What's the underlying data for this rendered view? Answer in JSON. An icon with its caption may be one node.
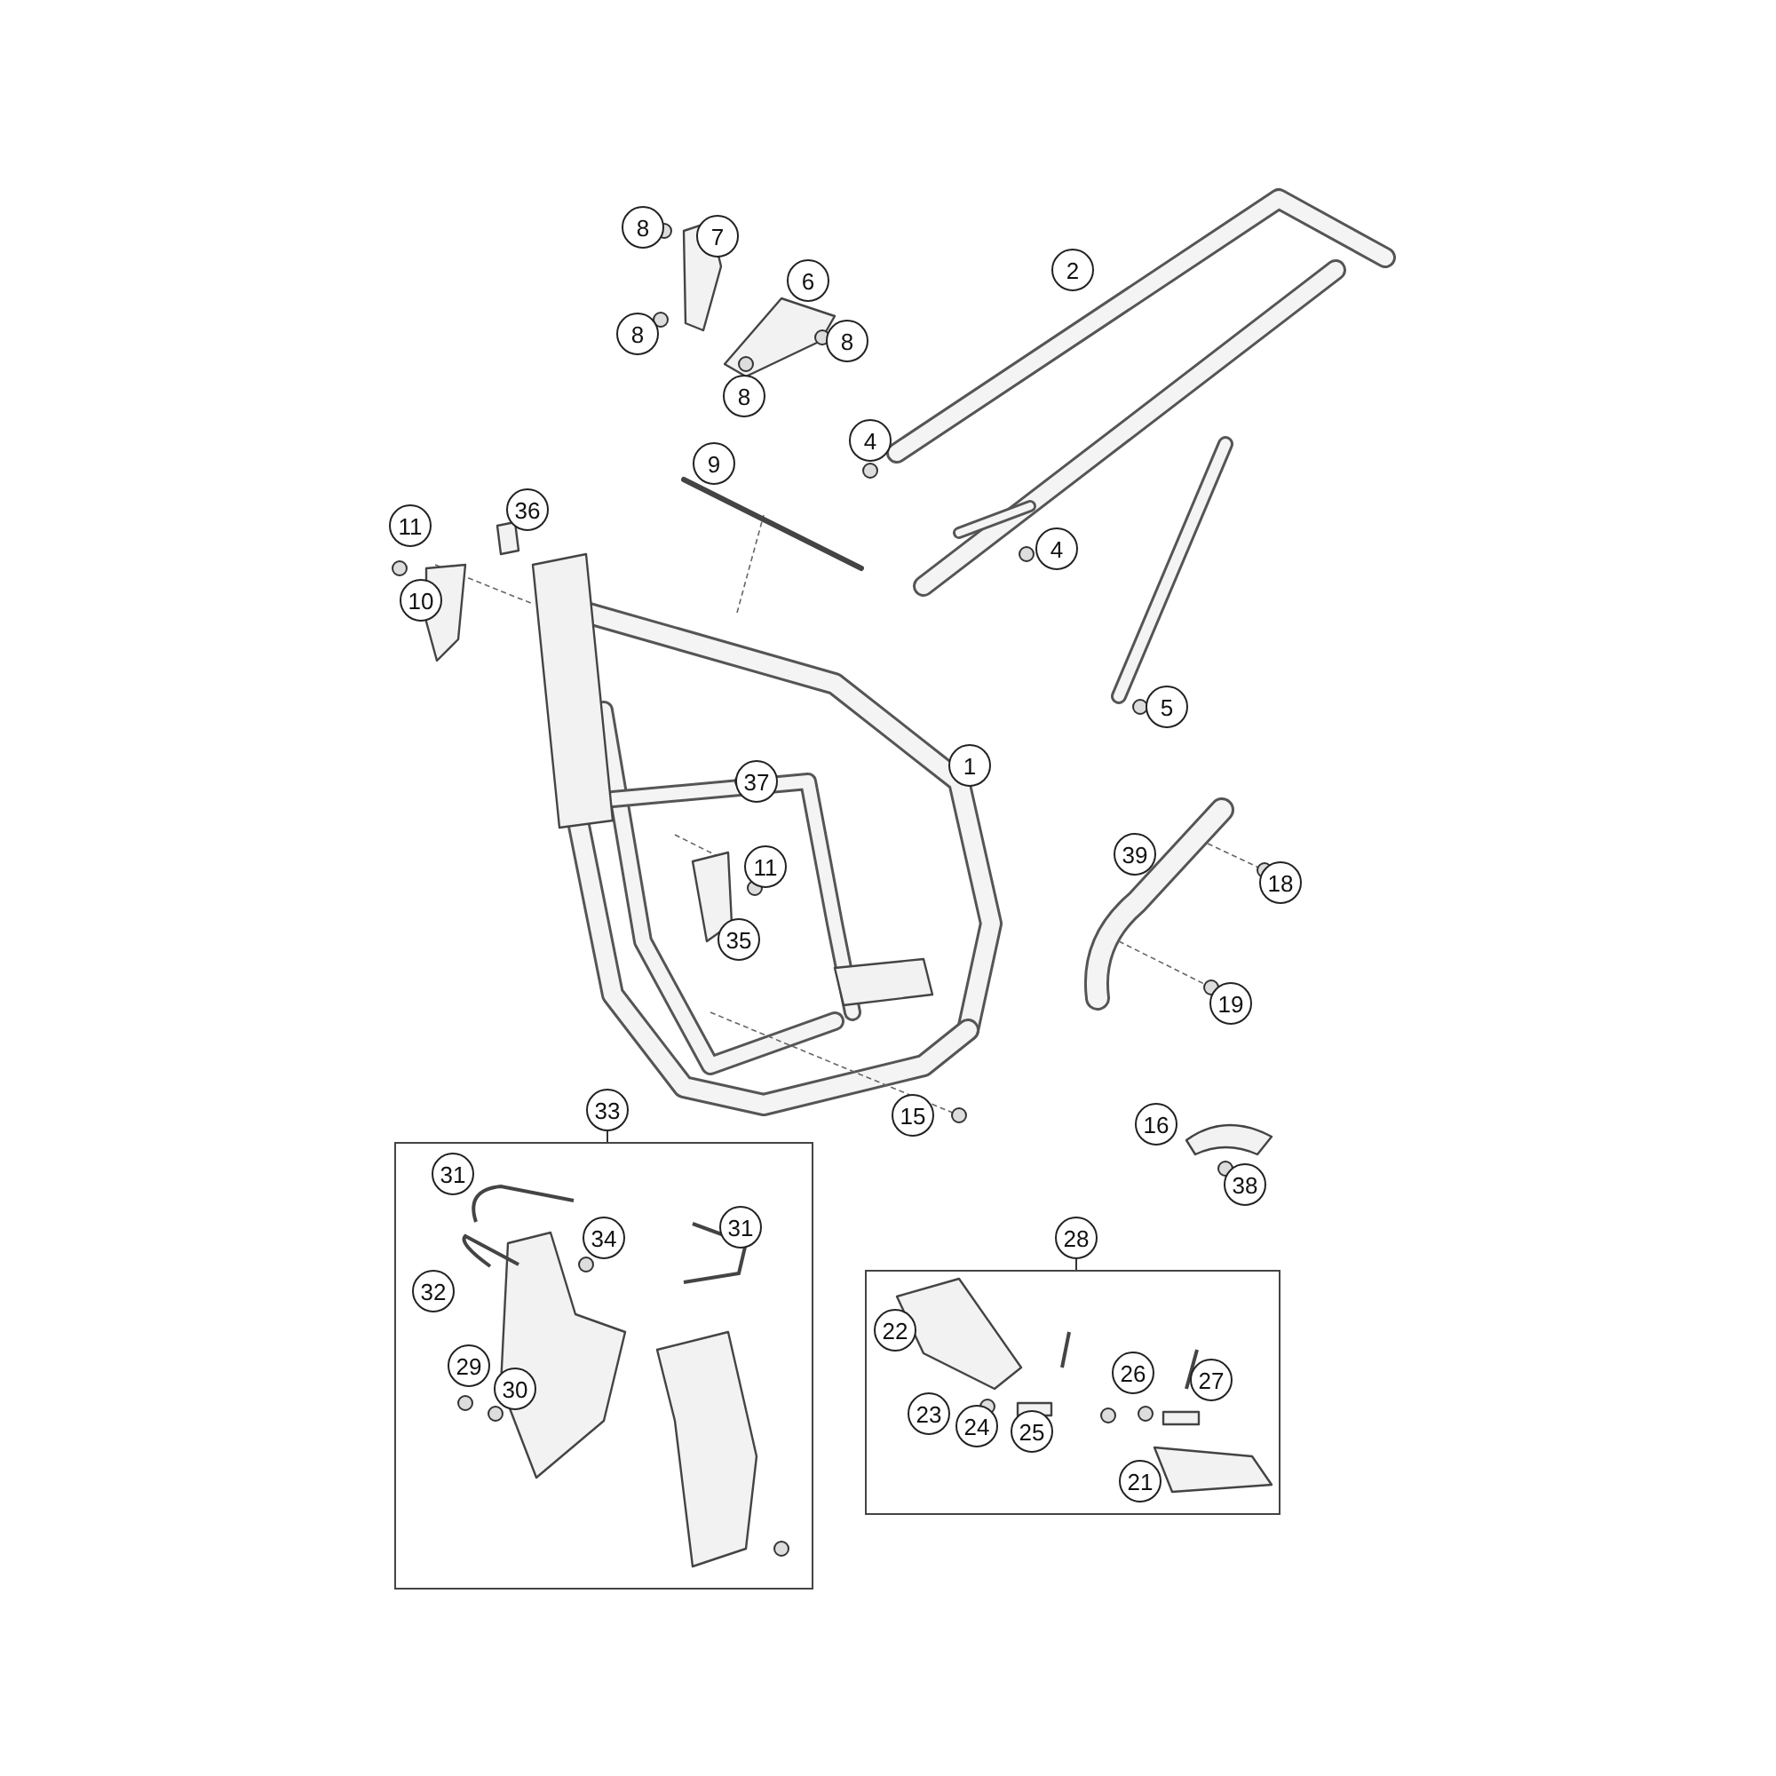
{
  "diagram": {
    "nodes": [
      {
        "text": [
          "8"
        ]
      },
      {
        "text": [
          "7"
        ]
      },
      {
        "text": [
          "2"
        ]
      },
      {
        "text": [
          "6"
        ]
      },
      {
        "text": [
          "8"
        ]
      },
      {
        "text": [
          "8"
        ]
      },
      {
        "text": [
          "8"
        ]
      },
      {
        "text": [
          "4"
        ]
      },
      {
        "text": [
          "9"
        ]
      },
      {
        "text": [
          "36"
        ]
      },
      {
        "text": [
          "11"
        ]
      },
      {
        "text": [
          "4"
        ]
      },
      {
        "text": [
          "10"
        ]
      },
      {
        "text": [
          "5"
        ]
      },
      {
        "text": [
          "1"
        ]
      },
      {
        "text": [
          "37"
        ]
      },
      {
        "text": [
          "39"
        ]
      },
      {
        "text": [
          "18"
        ]
      },
      {
        "text": [
          "11"
        ]
      },
      {
        "text": [
          "35"
        ]
      },
      {
        "text": [
          "19"
        ]
      },
      {
        "text": [
          "15"
        ]
      },
      {
        "text": [
          "33"
        ]
      },
      {
        "text": [],
        "shape": "box"
      },
      {
        "text": [
          "16"
        ]
      },
      {
        "text": [
          "38"
        ]
      },
      {
        "text": [
          "31"
        ],
        "in": 23
      },
      {
        "text": [
          "34"
        ],
        "in": 23
      },
      {
        "text": [
          "31"
        ],
        "in": 23
      },
      {
        "text": [
          "28"
        ]
      },
      {
        "text": [],
        "shape": "box"
      },
      {
        "text": [
          "32"
        ],
        "in": 23
      },
      {
        "text": [
          "22"
        ],
        "in": 30
      },
      {
        "text": [
          "29"
        ],
        "in": 23
      },
      {
        "text": [
          "26"
        ],
        "in": 30
      },
      {
        "text": [
          "27"
        ],
        "in": 30
      },
      {
        "text": [
          "30"
        ],
        "in": 23
      },
      {
        "text": [
          "23"
        ],
        "in": 30
      },
      {
        "text": [
          "24"
        ],
        "in": 30
      },
      {
        "text": [
          "25"
        ],
        "in": 30
      },
      {
        "text": [
          "21"
        ],
        "in": 30
      }
    ],
    "edges": [
      {
        "from": 22,
        "to": 23,
        "arrow": "none"
      },
      {
        "from": 29,
        "to": 30,
        "arrow": "none"
      }
    ]
  }
}
